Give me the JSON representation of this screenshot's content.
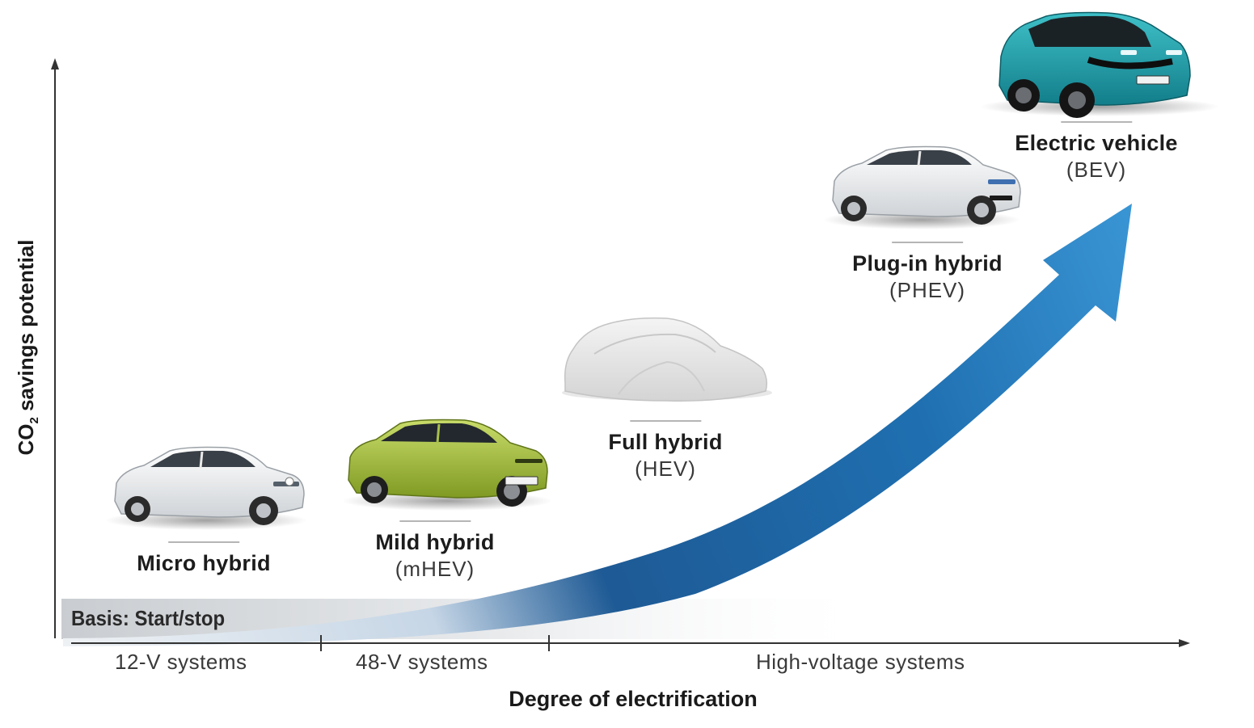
{
  "axes": {
    "y_title": "CO",
    "y_title_sub": "2",
    "y_title_rest": " savings potential",
    "x_title": "Degree of electrification"
  },
  "basis": {
    "label": "Basis: Start/stop"
  },
  "systems": [
    {
      "label": "12-V systems"
    },
    {
      "label": "48-V systems"
    },
    {
      "label": "High-voltage systems"
    }
  ],
  "vehicles": [
    {
      "name": "Micro hybrid",
      "abbr": "",
      "color": "#e6e8ea",
      "icon": "white-hatchback-icon"
    },
    {
      "name": "Mild hybrid",
      "abbr": "(mHEV)",
      "color": "#9db83a",
      "icon": "green-hatchback-icon"
    },
    {
      "name": "Full hybrid",
      "abbr": "(HEV)",
      "color": "#e2e2e2",
      "icon": "covered-car-icon"
    },
    {
      "name": "Plug-in hybrid",
      "abbr": "(PHEV)",
      "color": "#eceef0",
      "icon": "white-hatchback-icon"
    },
    {
      "name": "Electric vehicle",
      "abbr": "(BEV)",
      "color": "#1e9aa6",
      "icon": "teal-ev-icon"
    }
  ],
  "colors": {
    "arrow_start": "#e8edf2",
    "arrow_end": "#2f7ec0",
    "axis": "#333333"
  }
}
